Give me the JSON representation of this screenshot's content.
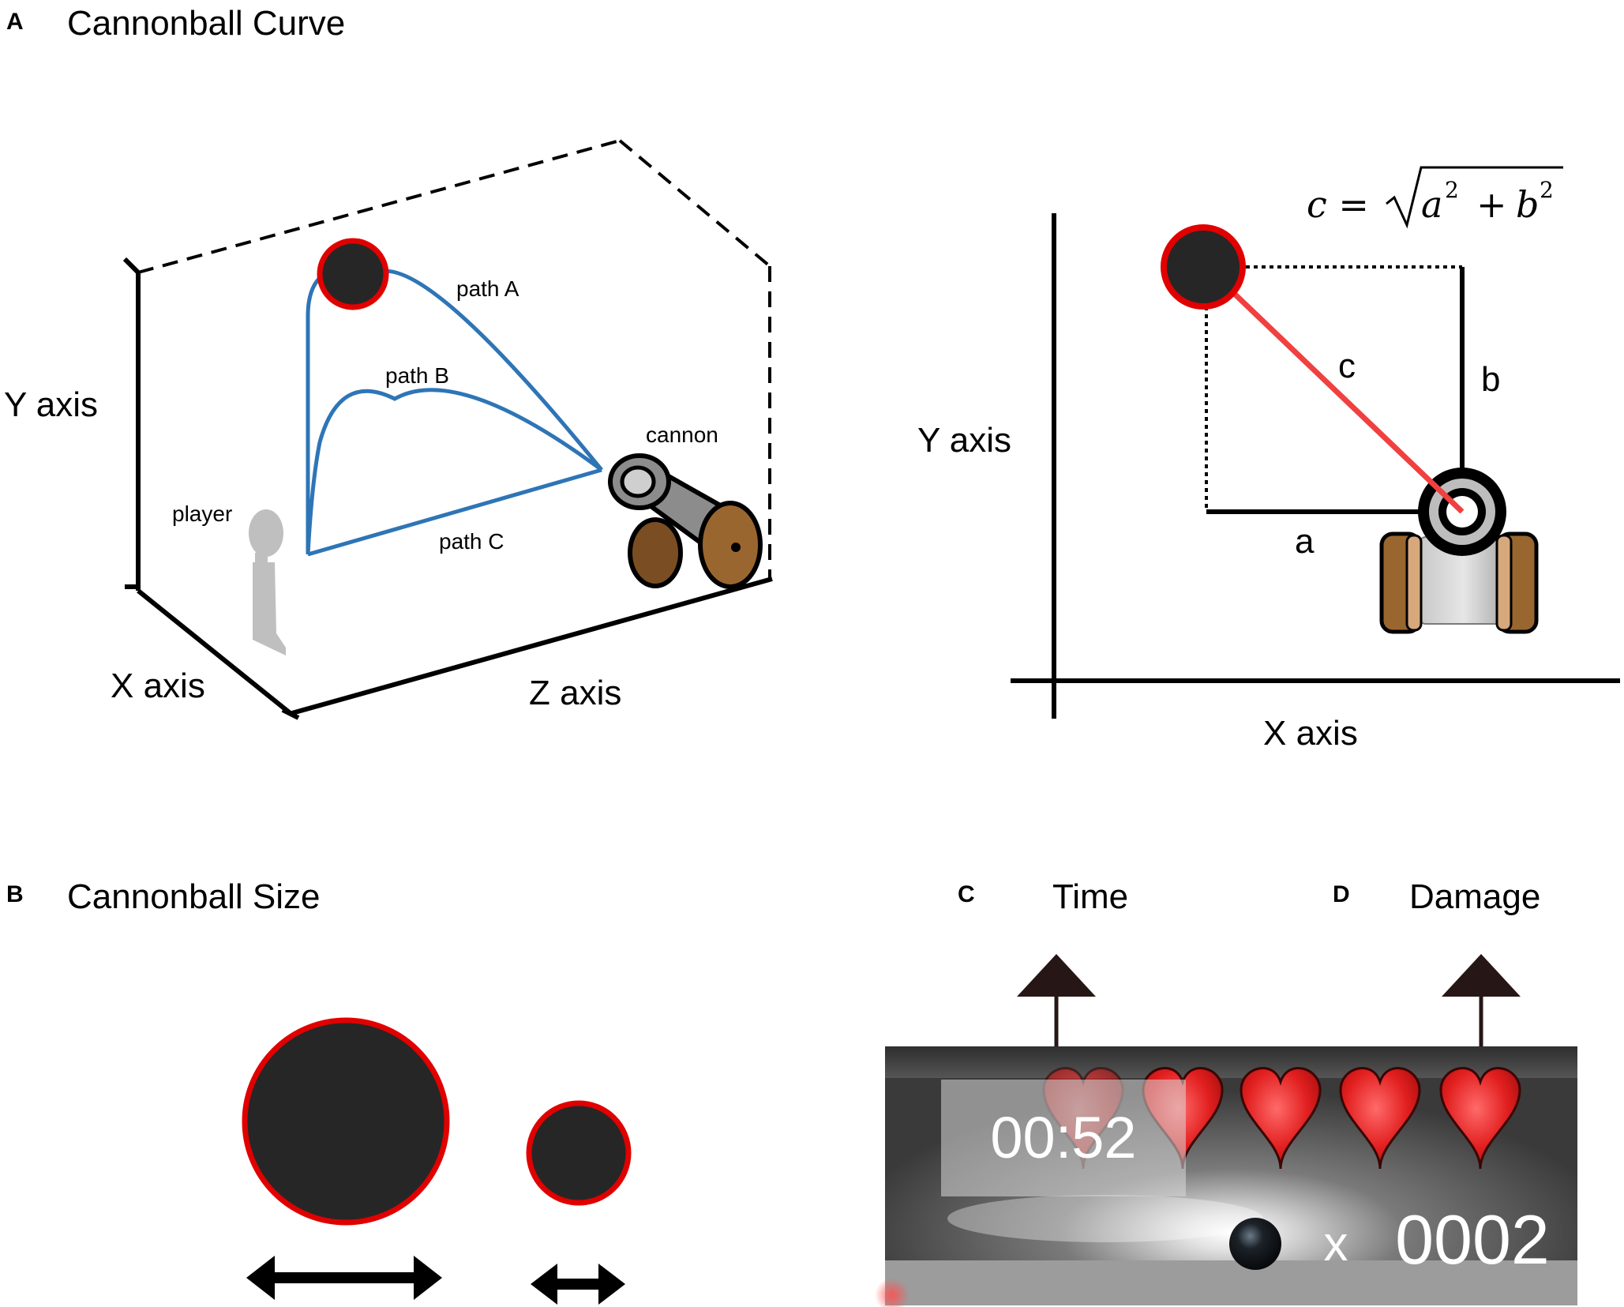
{
  "panel_a": {
    "letter": "A",
    "title": "Cannonball Curve",
    "left": {
      "y_axis": "Y axis",
      "x_axis": "X axis",
      "z_axis": "Z axis",
      "path_a": "path A",
      "path_b": "path B",
      "path_c": "path C",
      "player": "player",
      "cannon": "cannon"
    },
    "right": {
      "y_axis": "Y axis",
      "x_axis": "X axis",
      "side_a": "a",
      "side_b": "b",
      "side_c": "c",
      "formula_lhs": "c = ",
      "formula_a": "a",
      "formula_b": "b",
      "formula_plus": "+",
      "formula_exp": "2"
    }
  },
  "panel_b": {
    "letter": "B",
    "title": "Cannonball Size"
  },
  "panel_c": {
    "letter": "C",
    "title": "Time"
  },
  "panel_d": {
    "letter": "D",
    "title": "Damage"
  },
  "hud": {
    "timer": "00:52",
    "multiplier": "x",
    "count": "0002",
    "hearts": 5
  },
  "colors": {
    "path_blue": "#2e75b6",
    "ball_fill": "#262626",
    "ball_ring": "#e00000",
    "hypotenuse": "#f04040",
    "wheel_brown": "#9a6630",
    "barrel_gray": "#8c8c8c",
    "heart_red": "#e02020"
  }
}
